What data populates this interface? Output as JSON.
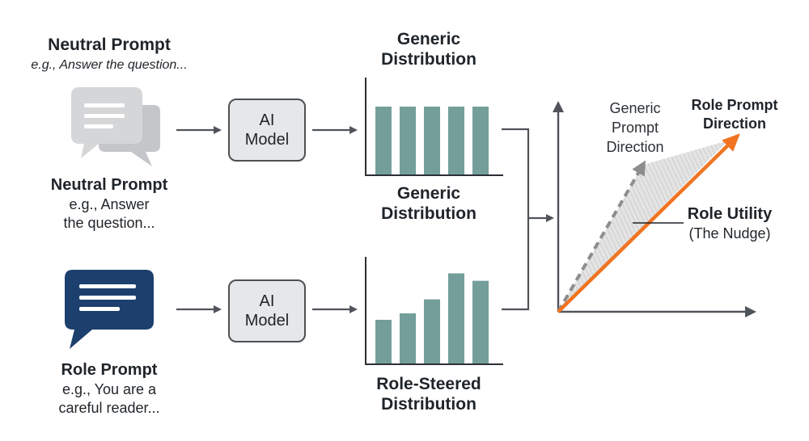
{
  "neutral_top": {
    "title": "Neutral Prompt",
    "example": "e.g., Answer the question..."
  },
  "neutral_caption": {
    "title": "Neutral Prompt",
    "line1": "e.g., Answer",
    "line2": "the question..."
  },
  "role_caption": {
    "title": "Role Prompt",
    "line1": "e.g., You are a",
    "line2": "careful reader..."
  },
  "model": {
    "line1": "AI",
    "line2": "Model"
  },
  "generic_dist_top": {
    "line1": "Generic",
    "line2": "Distribution"
  },
  "generic_dist_below": {
    "line1": "Generic",
    "line2": "Distribution"
  },
  "role_dist": {
    "line1": "Role-Steered",
    "line2": "Distribution"
  },
  "vectors": {
    "generic_direction": {
      "line1": "Generic",
      "line2": "Prompt",
      "line3": "Direction"
    },
    "role_direction": {
      "line1": "Role Prompt",
      "line2": "Direction"
    },
    "utility": {
      "title": "Role Utility",
      "subtitle": "(The Nudge)"
    }
  },
  "colors": {
    "bar": "#739e99",
    "role_arrow": "#f07421",
    "generic_arrow": "#8d8d8d",
    "role_bubble": "#1d3f6e",
    "neutral_bubble": "#d5d6d8",
    "model_fill": "#e6e7e8",
    "flow_arrow": "#50545a"
  },
  "icons": [
    "neutral-chat-bubbles-icon",
    "role-chat-bubble-icon"
  ],
  "chart_data": [
    {
      "type": "bar",
      "name": "generic-distribution",
      "values": [
        1,
        1,
        1,
        1,
        1
      ],
      "ylim": [
        0,
        1.15
      ]
    },
    {
      "type": "bar",
      "name": "role-steered-distribution",
      "values": [
        0.47,
        0.54,
        0.69,
        0.97,
        0.89
      ],
      "ylim": [
        0,
        1.15
      ]
    }
  ]
}
